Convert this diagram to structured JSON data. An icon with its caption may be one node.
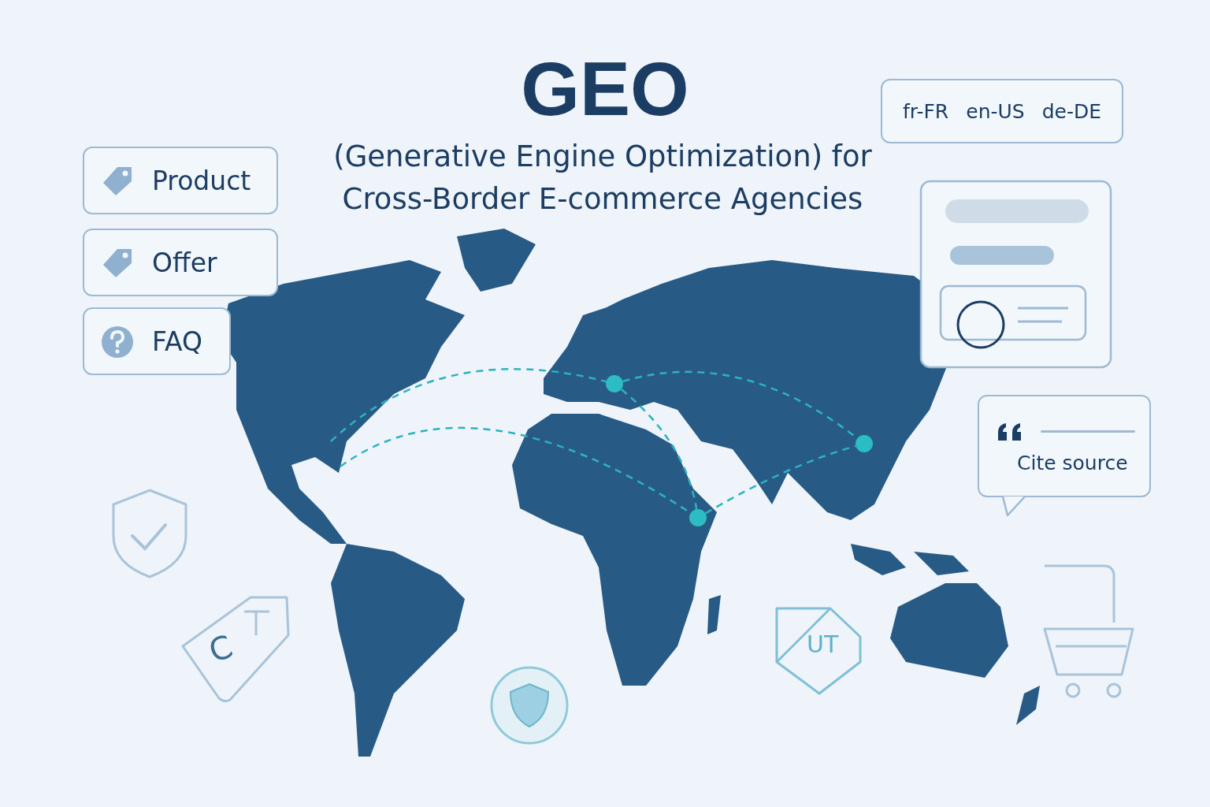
{
  "diagram": {
    "title": "GEO",
    "nodes": [
      {
        "text": [
          "Product"
        ]
      },
      {
        "text": [
          "Offer"
        ]
      },
      {
        "text": [
          "FAQ"
        ]
      },
      {
        "text": [
          "fr-FR",
          "en-US",
          "de-DE"
        ]
      },
      {
        "text": [
          "Cite source"
        ]
      },
      {
        "text": [],
        "shape": "circle"
      },
      {
        "text": [],
        "shape": "circle"
      },
      {
        "text": [],
        "shape": "circle"
      }
    ],
    "edges": [
      {
        "from": null,
        "to": 5,
        "arrow": "none",
        "style": "dashed"
      },
      {
        "from": null,
        "to": 7,
        "arrow": "none",
        "style": "dashed"
      },
      {
        "from": 5,
        "to": 6,
        "arrow": "none",
        "style": "dashed"
      },
      {
        "from": 5,
        "to": 7,
        "arrow": "none",
        "style": "dashed"
      },
      {
        "from": 7,
        "to": 6,
        "arrow": "none",
        "style": "dashed"
      }
    ],
    "labels": [
      "(Generative Engine Optimization) for Cross-Border E-commerce Agencies",
      "C",
      "UT"
    ]
  }
}
